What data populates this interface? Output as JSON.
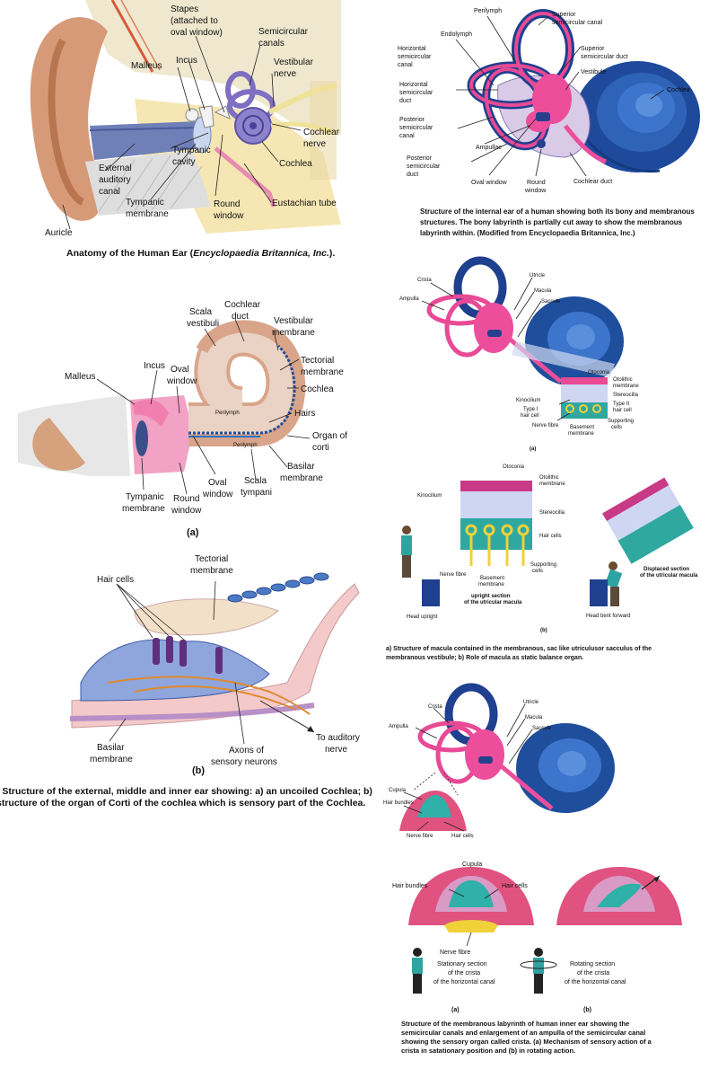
{
  "ear_anatomy": {
    "caption_pre": "Anatomy of the Human Ear (",
    "caption_italic": "Encyclopaedia Britannica, Inc.",
    "caption_post": ").",
    "labels": {
      "auricle": "Auricle",
      "malleus": "Malleus",
      "incus": "Incus",
      "stapes": [
        "Stapes",
        "(attached to",
        "oval window)"
      ],
      "semicircular_canals": [
        "Semicircular",
        "canals"
      ],
      "vestibular_nerve": [
        "Vestibular",
        "nerve"
      ],
      "cochlear_nerve": [
        "Cochlear",
        "nerve"
      ],
      "cochlea": "Cochlea",
      "eustachian_tube": "Eustachian tube",
      "round_window": [
        "Round",
        "window"
      ],
      "tympanic_cavity": [
        "Tympanic",
        "cavity"
      ],
      "tympanic_membrane": [
        "Tympanic",
        "membrane"
      ],
      "external_auditory_canal": [
        "External",
        "auditory",
        "canal"
      ]
    }
  },
  "inner_ear": {
    "labels": {
      "perilymph": "Perilymph",
      "superior_canal": [
        "Superior",
        "semicircular canal"
      ],
      "endolymph": "Endolymph",
      "horizontal_canal": [
        "Horizontal",
        "semicircular",
        "canal"
      ],
      "superior_duct": [
        "Superior",
        "semicircular duct"
      ],
      "vestibule": "Vestibule",
      "cochlea": "Cochlea",
      "horizontal_duct": [
        "Horizontal",
        "semicircular",
        "duct"
      ],
      "posterior_canal": [
        "Posterior",
        "semicircular",
        "canal"
      ],
      "ampullae": "Ampullae",
      "posterior_duct": [
        "Posterior",
        "semicircular",
        "duct"
      ],
      "oval_window": "Oval window",
      "round_window": [
        "Round",
        "window"
      ],
      "cochlear_duct": "Cochlear duct"
    },
    "caption": "Structure of the internal ear of a human showing both its bony and membranous structures. The bony labyrinth is partially cut away to show the membranous labyrinth within. (Modified from Encyclopaedia Britannica, Inc.)"
  },
  "uncoiled_cochlea": {
    "labels": {
      "malleus": "Malleus",
      "incus": "Incus",
      "oval_window": [
        "Oval",
        "window"
      ],
      "scala_vestibuli": [
        "Scala",
        "vestibuli"
      ],
      "cochlear_duct": [
        "Cochlear",
        "duct"
      ],
      "vestibular_membrane": [
        "Vestibular",
        "membrane"
      ],
      "tectorial_membrane": [
        "Tectorial",
        "membrane"
      ],
      "cochlea": "Cochlea",
      "hairs": "Hairs",
      "organ_of_corti": [
        "Organ of",
        "corti"
      ],
      "basilar_membrane": [
        "Basilar",
        "membrane"
      ],
      "scala_tympani": [
        "Scala",
        "tympani"
      ],
      "oval_window_2": [
        "Oval",
        "window"
      ],
      "round_window": [
        "Round",
        "window"
      ],
      "tympanic_membrane": [
        "Tympanic",
        "membrane"
      ],
      "perilymph": "Perilymph"
    },
    "part_label": "(a)"
  },
  "organ_of_corti": {
    "labels": {
      "tectorial_membrane": [
        "Tectorial",
        "membrane"
      ],
      "hair_cells": "Hair cells",
      "basilar_membrane": [
        "Basilar",
        "membrane"
      ],
      "axons": [
        "Axons of",
        "sensory neurons"
      ],
      "to_auditory_nerve": [
        "To auditory",
        "nerve"
      ]
    },
    "part_label": "(b)",
    "caption": ": Structure of the external, middle and inner ear showing: a) an uncoiled Cochlea; b) structure of the organ of Corti of the cochlea which is sensory part of the Cochlea."
  },
  "macula": {
    "top_labels": {
      "crista": "Crista",
      "utricle": "Utricle",
      "ampulla": "Ampulla",
      "macula": "Macula",
      "saccule": "Saccule",
      "otoconia": "Otoconia",
      "otolithic_membrane": [
        "Otolithic",
        "membrane"
      ],
      "stereocilia": "Stereocilla",
      "kinocilium": "Kinocilium",
      "type1": [
        "Type I",
        "hair cell"
      ],
      "type2": [
        "Type II",
        "hair cell"
      ],
      "nerve_fibre": "Nerve fibre",
      "basement_membrane": [
        "Basement",
        "membrane"
      ],
      "supporting_cells": [
        "Supporting",
        "cells"
      ]
    },
    "part_a": "(a)",
    "bottom_labels": {
      "otoconia": "Otoconia",
      "otolithic_membrane": [
        "Otolithic",
        "membrane"
      ],
      "kinocilium": "Kinocilium",
      "stereocilia": "Stereocilla",
      "hair_cells": "Hair cells",
      "nerve_fibre": "Nerve fibre",
      "basement_membrane": [
        "Basement",
        "membrane"
      ],
      "supporting_cells": [
        "Supporting",
        "cells"
      ],
      "upright_section": [
        "upright section",
        "of the utricular macula"
      ],
      "head_upright": "Head upright",
      "displaced_section": [
        "Displaced section",
        "of the utricular macula"
      ],
      "head_bent": "Head bent forward"
    },
    "part_b": "(b)",
    "caption": "a) Structure of macula contained in the membranous, sac like utriculusor  sacculus of the membranous vestibule; b) Role of macula as static balance organ."
  },
  "crista": {
    "top_labels": {
      "crista": "Crista",
      "utricle": "Utricle",
      "ampulla": "Ampulla",
      "macula": "Macula",
      "saccule": "Saccule",
      "cupula": "Cupula",
      "hair_bundles": "Hair bundles",
      "nerve_fibre": "Nerve fibre",
      "hair_cells": "Hair cells"
    },
    "bottom_labels": {
      "cupula": "Cupula",
      "hair_bundles": "Hair bundles",
      "hair_cells": "Hair cells",
      "nerve_fibre": "Nerve fibre",
      "stationary": [
        "Stationary section",
        "of the crista",
        "of the horizontal canal"
      ],
      "rotating": [
        "Rotating section",
        "of the crista",
        "of the horizontal canal"
      ]
    },
    "part_a": "(a)",
    "part_b": "(b)",
    "caption": "Structure of the membranous labyrinth of human inner ear showing the semicircular canals and enlargement of an ampulla of the semicircular canal showing the sensory organ called crista. (a) Mechanism of sensory action of a crista in satationary position and (b) in rotating action."
  }
}
